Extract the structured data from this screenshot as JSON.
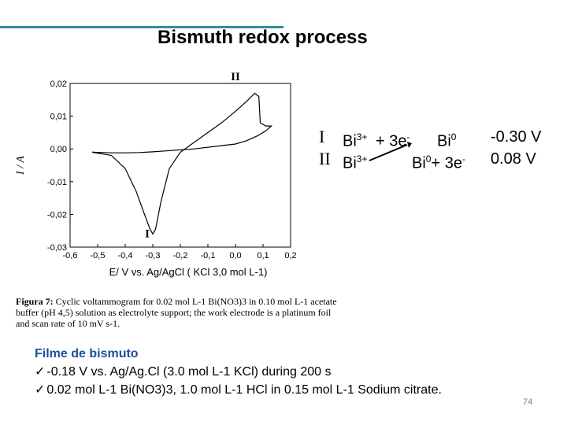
{
  "slide": {
    "title": "Bismuth redox process",
    "page_number": "74",
    "accent_color": "#2f8f9d"
  },
  "reactions": [
    {
      "label": "I",
      "species_left": "Bi",
      "charge_left": "3+",
      "plus_electrons": "+ 3e",
      "electron_sup": "-",
      "species_right": "Bi",
      "charge_right": "0",
      "potential": "-0.30 V"
    },
    {
      "label": "II",
      "species_left": "Bi",
      "charge_left": "3+",
      "species_right": "Bi",
      "charge_right": "0",
      "plus_electrons": "+ 3e",
      "electron_sup": "-",
      "potential": "0.08 V"
    }
  ],
  "caption": {
    "lead": "Figura 7:",
    "text": " Cyclic voltammogram for 0.02 mol L-1 Bi(NO3)3 in 0.10 mol L-1 acetate buffer (pH 4,5) solution as electrolyte support; the work electrode is a platinum foil  and scan rate of 10 mV s-1."
  },
  "notes": {
    "header": "Filme de bismuto",
    "items": [
      "-0.18 V vs. Ag/Ag.Cl (3.0 mol L-1 KCl) during 200 s",
      "0.02 mol L-1 Bi(NO3)3, 1.0 mol L-1 HCl in 0.15 mol L-1 Sodium citrate."
    ]
  },
  "chart_data": {
    "type": "line",
    "xlabel": "E/ V vs. Ag/AgCl ( KCl 3,0 mol L-1)",
    "ylabel": "I / A",
    "xlim": [
      -0.6,
      0.2
    ],
    "ylim": [
      -0.03,
      0.02
    ],
    "xticks": [
      "-0,6",
      "-0,5",
      "-0,4",
      "-0,3",
      "-0,2",
      "-0,1",
      "0,0",
      "0,1",
      "0,2"
    ],
    "yticks": [
      "0,02",
      "0,01",
      "0,00",
      "-0,01",
      "-0,02",
      "-0,03"
    ],
    "annotations": [
      {
        "text": "II",
        "x": 0.0,
        "y": 0.021
      },
      {
        "text": "I",
        "x": -0.32,
        "y": -0.027
      }
    ],
    "series": [
      {
        "x": [
          -0.52,
          -0.45,
          -0.4,
          -0.36,
          -0.33,
          -0.31,
          -0.3,
          -0.29,
          -0.27,
          -0.24,
          -0.2,
          -0.15,
          -0.1,
          -0.05,
          0.0,
          0.04,
          0.07,
          0.085,
          0.09,
          0.11,
          0.13,
          0.11,
          0.08,
          0.04,
          0.0,
          -0.05,
          -0.1,
          -0.15,
          -0.2,
          -0.25,
          -0.3,
          -0.35,
          -0.4,
          -0.45,
          -0.52
        ],
        "y": [
          -0.001,
          -0.002,
          -0.006,
          -0.013,
          -0.02,
          -0.0245,
          -0.026,
          -0.0245,
          -0.016,
          -0.006,
          -0.001,
          0.002,
          0.005,
          0.008,
          0.0115,
          0.0145,
          0.017,
          0.016,
          0.008,
          0.007,
          0.007,
          0.0055,
          0.004,
          0.0025,
          0.0015,
          0.001,
          0.0005,
          0.0,
          -0.0003,
          -0.0006,
          -0.0009,
          -0.0011,
          -0.0012,
          -0.0012,
          -0.001
        ]
      }
    ]
  }
}
